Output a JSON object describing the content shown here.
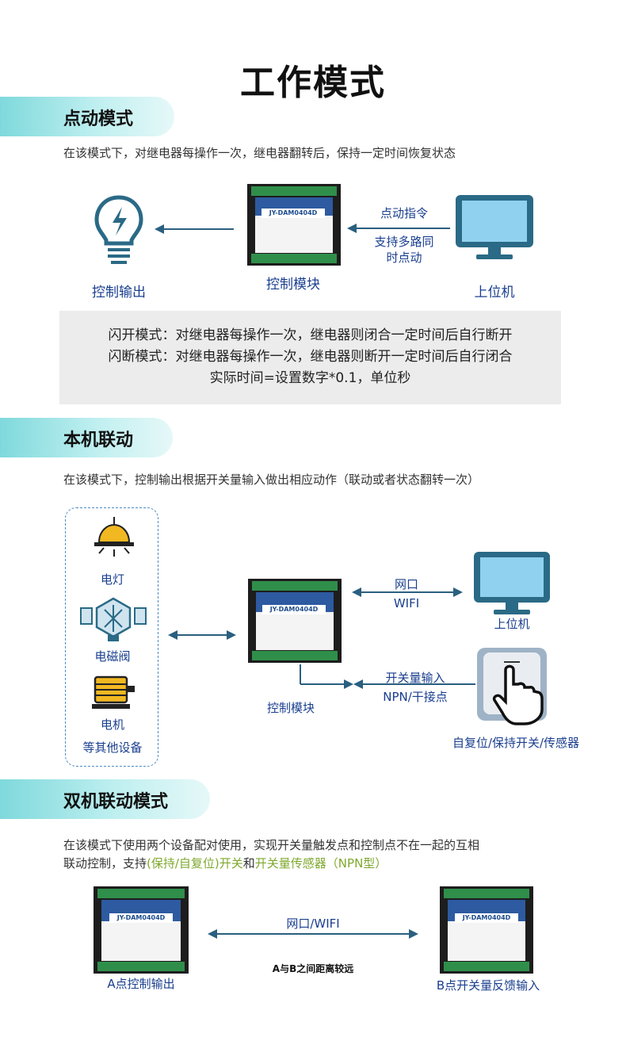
{
  "page_title": "工作模式",
  "section1": {
    "heading": "点动模式",
    "description": "在该模式下，对继电器每操作一次，继电器翻转后，保持一定时间恢复状态",
    "output_label": "控制输出",
    "module_label": "控制模块",
    "pc_label": "上位机",
    "cmd_label": "点动指令",
    "multi_label_1": "支持多路同",
    "multi_label_2": "时点动",
    "notes": [
      "闪开模式：对继电器每操作一次，继电器则闭合一定时间后自行断开",
      "闪断模式：对继电器每操作一次，继电器则断开一定时间后自行闭合",
      "实际时间=设置数字*0.1，单位秒"
    ]
  },
  "section2": {
    "heading": "本机联动",
    "description": "在该模式下，控制输出根据开关量输入做出相应动作（联动或者状态翻转一次）",
    "devices": [
      "电灯",
      "电磁阀",
      "电机",
      "等其他设备"
    ],
    "net_label": "网口",
    "wifi_label": "WIFI",
    "pc_label": "上位机",
    "switch_in_label": "开关量输入",
    "npn_label": "NPN/干接点",
    "module_label": "控制模块",
    "switch_label": "自复位/保持开关/传感器"
  },
  "section3": {
    "heading": "双机联动模式",
    "desc_line1": "在该模式下使用两个设备配对使用，实现开关量触发点和控制点不在一起的互相",
    "desc_line2_a": "联动控制，支持",
    "desc_line2_b": "(保持/自复位)开关",
    "desc_line2_c": "和",
    "desc_line2_d": "开关量传感器（NPN型）",
    "link_label": "网口/WIFI",
    "distance_label": "A与B之间距离较远",
    "a_label": "A点控制输出",
    "b_label": "B点开关量反馈输入"
  },
  "module_model": "JY-DAM0404D",
  "colors": {
    "accent_green": "#7fa82e",
    "label_blue": "#1a3f8f",
    "arrow_blue": "#2a5f7f"
  }
}
